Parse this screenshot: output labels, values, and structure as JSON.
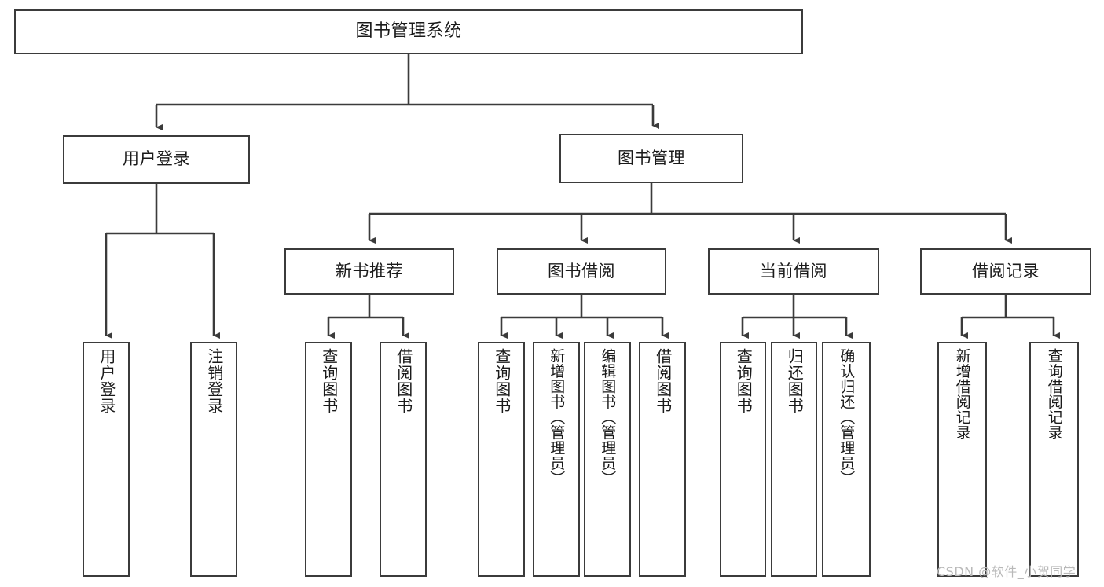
{
  "diagram": {
    "title": "图书管理系统",
    "watermark": "CSDN @软件_小贺同学",
    "line_color": "#3b3b3b",
    "box_border_color": "#3b3b3b",
    "box_fill_color": "#ffffff",
    "text_color": "#1a1a1a",
    "background_color": "#ffffff"
  },
  "root": {
    "label": "图书管理系统"
  },
  "level1": [
    {
      "label": "用户登录"
    },
    {
      "label": "图书管理"
    }
  ],
  "level2": [
    {
      "label": "新书推荐"
    },
    {
      "label": "图书借阅"
    },
    {
      "label": "当前借阅"
    },
    {
      "label": "借阅记录"
    }
  ],
  "leaves": {
    "user_login": [
      {
        "label": "用户登录"
      },
      {
        "label": "注销登录"
      }
    ],
    "new_book_recommend": [
      {
        "label": "查询图书"
      },
      {
        "label": "借阅图书"
      }
    ],
    "book_borrow": [
      {
        "label": "查询图书"
      },
      {
        "label": "新增图书（管理员）"
      },
      {
        "label": "编辑图书（管理员）"
      },
      {
        "label": "借阅图书"
      }
    ],
    "current_borrow": [
      {
        "label": "查询图书"
      },
      {
        "label": "归还图书"
      },
      {
        "label": "确认归还（管理员）"
      }
    ],
    "borrow_record": [
      {
        "label": "新增借阅记录"
      },
      {
        "label": "查询借阅记录"
      }
    ]
  }
}
